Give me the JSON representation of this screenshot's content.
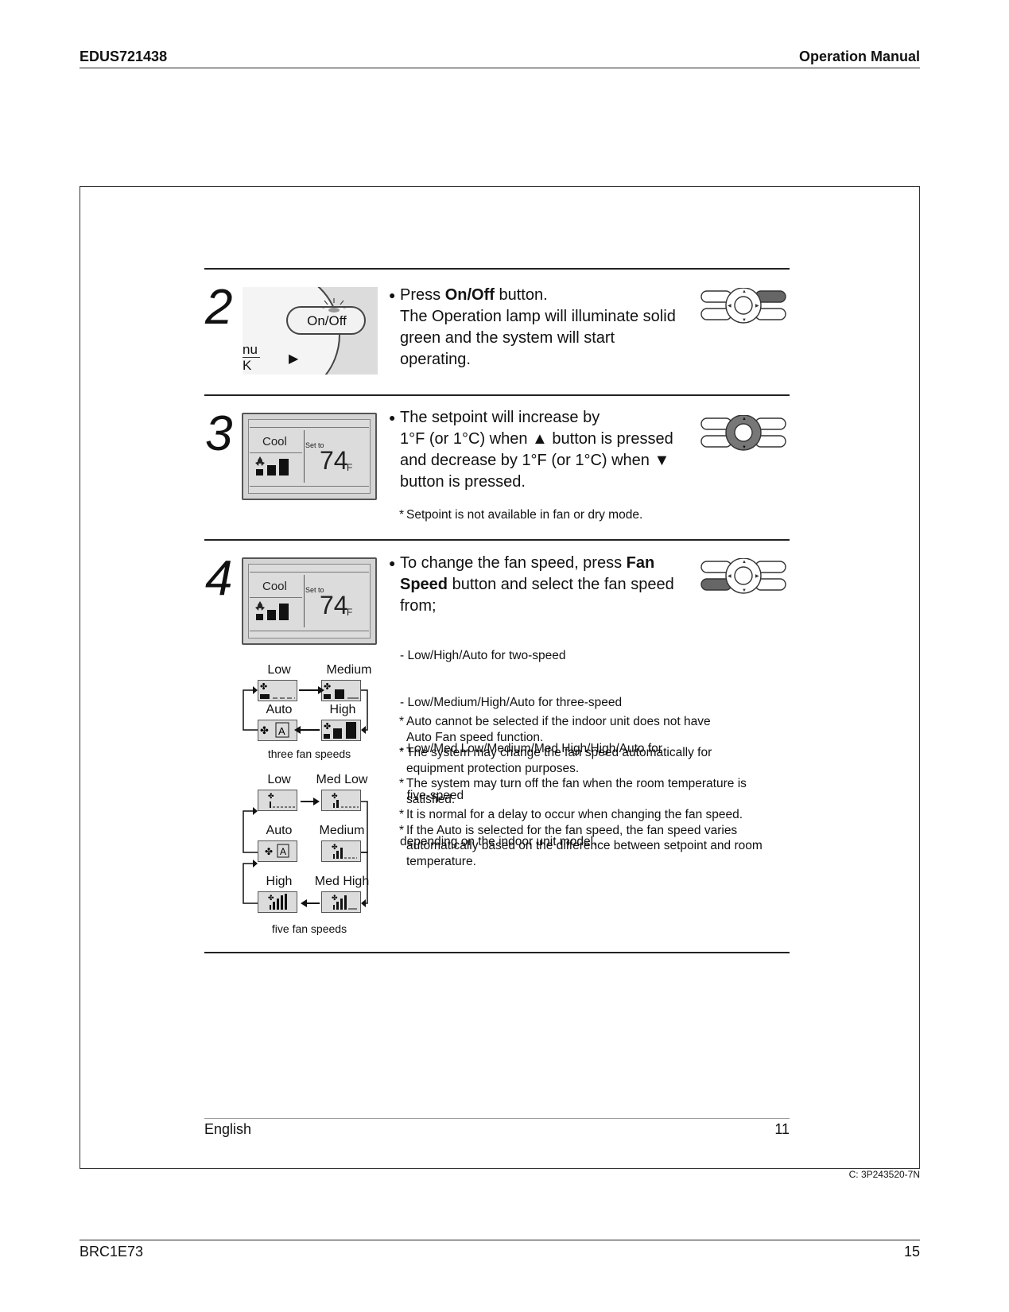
{
  "header": {
    "doc_id": "EDUS721438",
    "title": "Operation Manual"
  },
  "steps": {
    "s2": {
      "number": "2",
      "lead": "Press ",
      "bold": "On/Off",
      "rest": " button.",
      "lines": [
        "The Operation lamp will illuminate solid",
        "green and the system will start",
        "operating."
      ],
      "illus": {
        "button_label": "On/Off",
        "menu_partial_top": "nu",
        "menu_partial_bottom": "K",
        "arrow": "▶"
      }
    },
    "s3": {
      "number": "3",
      "lines": [
        "The setpoint will increase by",
        "1°F (or 1°C) when ▲ button is pressed",
        "and decrease by 1°F (or 1°C) when ▼",
        "button is pressed."
      ],
      "note": "Setpoint is not available in fan or dry mode.",
      "lcd": {
        "mode": "Cool",
        "setto": "Set to",
        "temp": "74",
        "unit": "F"
      }
    },
    "s4": {
      "number": "4",
      "lead": "To change the fan speed, press ",
      "bold1": "Fan",
      "bold2": "Speed",
      "rest": " button and select the fan speed",
      "from": "from;",
      "options": [
        "- Low/High/Auto for two-speed",
        "- Low/Medium/High/Auto for three-speed",
        "- Low/Med Low/Medium/Med High/High/Auto for",
        "  five-speed"
      ],
      "depending": "depending on the indoor unit model.",
      "notes": [
        [
          "Auto cannot be selected if the indoor unit does not have",
          "Auto Fan speed function."
        ],
        [
          "The system may change the fan speed automatically for",
          "equipment protection purposes."
        ],
        [
          "The system may turn off the fan when the room temperature is",
          "satisfied."
        ],
        [
          "It is normal for a delay to occur when changing the fan speed."
        ],
        [
          "If the Auto is selected for the fan speed, the fan speed varies",
          "automatically based on the difference between setpoint and room",
          "temperature."
        ]
      ],
      "lcd": {
        "mode": "Cool",
        "setto": "Set to",
        "temp": "74",
        "unit": "F"
      },
      "three": {
        "low": "Low",
        "medium": "Medium",
        "auto": "Auto",
        "high": "High",
        "caption": "three fan speeds"
      },
      "five": {
        "low": "Low",
        "med_low": "Med Low",
        "auto": "Auto",
        "medium": "Medium",
        "high": "High",
        "med_high": "Med High",
        "caption": "five fan speeds"
      }
    }
  },
  "footer": {
    "language": "English",
    "page": "11",
    "code": "C: 3P243520-7N",
    "model": "BRC1E73",
    "page_outer": "15"
  },
  "icons": {
    "bullet": "●",
    "star": "*",
    "fan": "fan-icon",
    "auto": "auto-fan-icon",
    "remote": "remote-control-icon",
    "arrow": "arrow-icon",
    "asterisk": "*"
  }
}
